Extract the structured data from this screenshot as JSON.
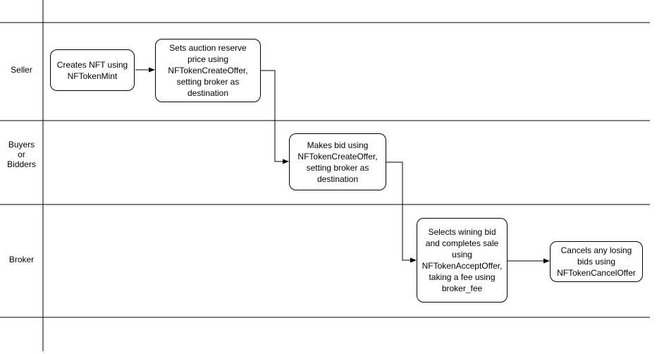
{
  "diagram": {
    "type": "swimlane-flowchart",
    "background_color": "#ffffff",
    "stroke_color": "#000000",
    "lanes": [
      {
        "id": "lane-seller",
        "label": "Seller"
      },
      {
        "id": "lane-buyers",
        "label": "Buyers\nor\nBidders"
      },
      {
        "id": "lane-broker",
        "label": "Broker"
      }
    ],
    "nodes": [
      {
        "id": "node-creates-nft",
        "lane": "Seller",
        "text": "Creates NFT using\nNFTokenMint"
      },
      {
        "id": "node-set-reserve",
        "lane": "Seller",
        "text": "Sets auction reserve\nprice using\nNFTokenCreateOffer,\nsetting broker as\ndestination"
      },
      {
        "id": "node-makes-bid",
        "lane": "Buyers or Bidders",
        "text": "Makes bid using\nNFTokenCreateOffer,\nsetting broker as\ndestination"
      },
      {
        "id": "node-select-winner",
        "lane": "Broker",
        "text": "Selects wining bid\nand completes sale\nusing\nNFTokenAcceptOffer,\ntaking a fee using\nbroker_fee"
      },
      {
        "id": "node-cancel-bids",
        "lane": "Broker",
        "text": "Cancels any losing\nbids using\nNFTokenCancelOffer"
      }
    ],
    "connectors": [
      {
        "from": "node-creates-nft",
        "to": "node-set-reserve"
      },
      {
        "from": "node-set-reserve",
        "to": "node-makes-bid"
      },
      {
        "from": "node-makes-bid",
        "to": "node-select-winner"
      },
      {
        "from": "node-select-winner",
        "to": "node-cancel-bids"
      }
    ]
  }
}
